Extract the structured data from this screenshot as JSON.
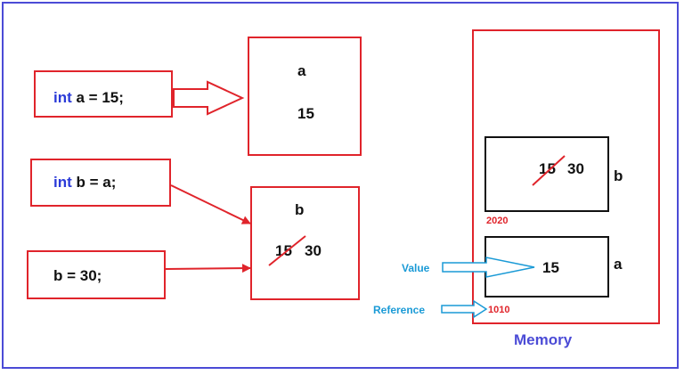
{
  "code": {
    "line1": {
      "kw": "int",
      "rest": " a = 15;"
    },
    "line2": {
      "kw": "int",
      "rest": " b = a;"
    },
    "line3": {
      "text": "b = 30;"
    }
  },
  "box_a": {
    "name": "a",
    "value": "15"
  },
  "box_b": {
    "name": "b",
    "old_value": "15",
    "new_value": "30"
  },
  "memory": {
    "title": "Memory",
    "b": {
      "name": "b",
      "old_value": "15",
      "new_value": "30",
      "address": "2020"
    },
    "a": {
      "name": "a",
      "value": "15",
      "address": "1010"
    },
    "value_label": "Value",
    "reference_label": "Reference"
  },
  "colors": {
    "red": "#e0242b",
    "blue": "#4b4bd6",
    "keyword": "#2a3ad8",
    "cyan": "#1a9ad6"
  }
}
